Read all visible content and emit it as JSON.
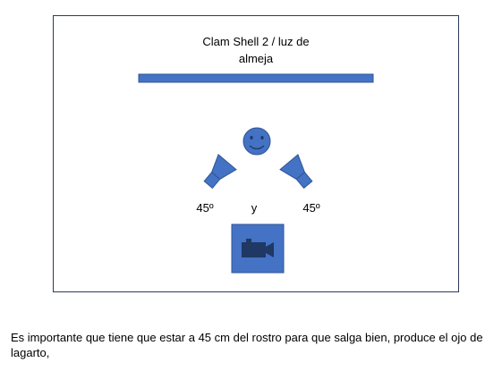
{
  "diagram": {
    "title_line1": "Clam Shell 2 / luz de",
    "title_line2": "almeja",
    "left_angle": "45º",
    "center_label": "y",
    "right_angle": "45º"
  },
  "note": {
    "text": "Es importante que tiene que estar a 45 cm del rostro para que salga bien, produce el ojo de lagarto,"
  },
  "colors": {
    "shape_fill": "#4472c4",
    "shape_stroke": "#2f5597",
    "camera_body": "#1f3864",
    "frame_border": "#2f3a5e"
  },
  "icons": {
    "reflector": "light-bar",
    "subject": "smiley-face",
    "lights": "softbox-light",
    "camera": "video-camera"
  }
}
